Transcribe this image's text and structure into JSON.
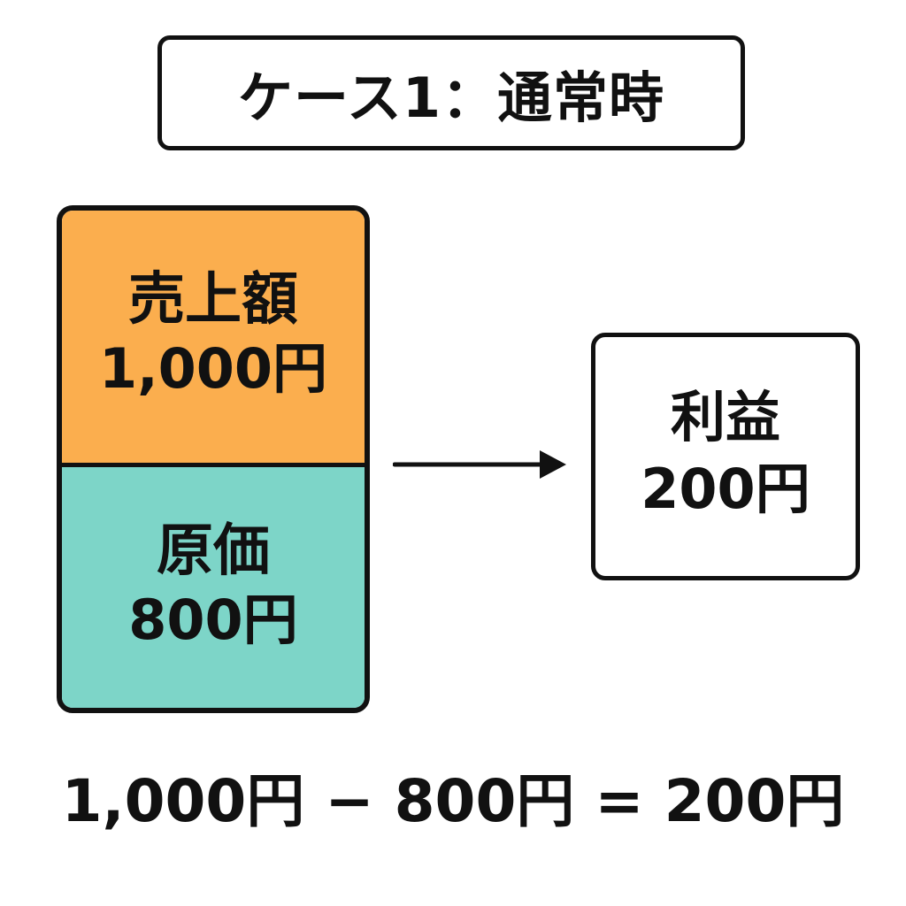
{
  "title": "ケース1：通常時",
  "stack": {
    "revenue": {
      "label": "売上額",
      "value": "1,000円",
      "color": "#FBAE4E"
    },
    "cost": {
      "label": "原価",
      "value": "800円",
      "color": "#7DD5C8"
    }
  },
  "profit": {
    "label": "利益",
    "value": "200円"
  },
  "equation": "1,000円 − 800円 = 200円",
  "colors": {
    "stroke": "#111111",
    "background": "#FFFFFF"
  },
  "icons": {
    "arrow": "arrow-right-icon"
  }
}
